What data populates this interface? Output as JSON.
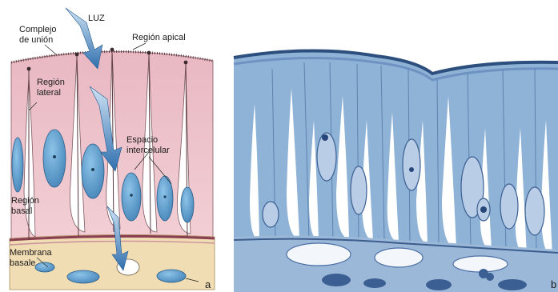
{
  "panel_a": {
    "panel_label": "a",
    "labels": {
      "luz": "LUZ",
      "complejo_line1": "Complejo",
      "complejo_line2": "de unión",
      "region_apical": "Región apical",
      "region_lateral_line1": "Región",
      "region_lateral_line2": "lateral",
      "espacio_line1": "Espacio",
      "espacio_line2": "intercelular",
      "region_basal_line1": "Región",
      "region_basal_line2": "basal",
      "membrana_line1": "Membrana",
      "membrana_line2": "basale"
    }
  },
  "panel_b": {
    "panel_label": "b"
  },
  "colors": {
    "cytoplasm": "#ecc0c8",
    "nucleus": "#5b9dc9",
    "connective": "#f1ddb4",
    "micrograph_bg": "#8fb3d6",
    "arrow": "#2f6fae"
  }
}
